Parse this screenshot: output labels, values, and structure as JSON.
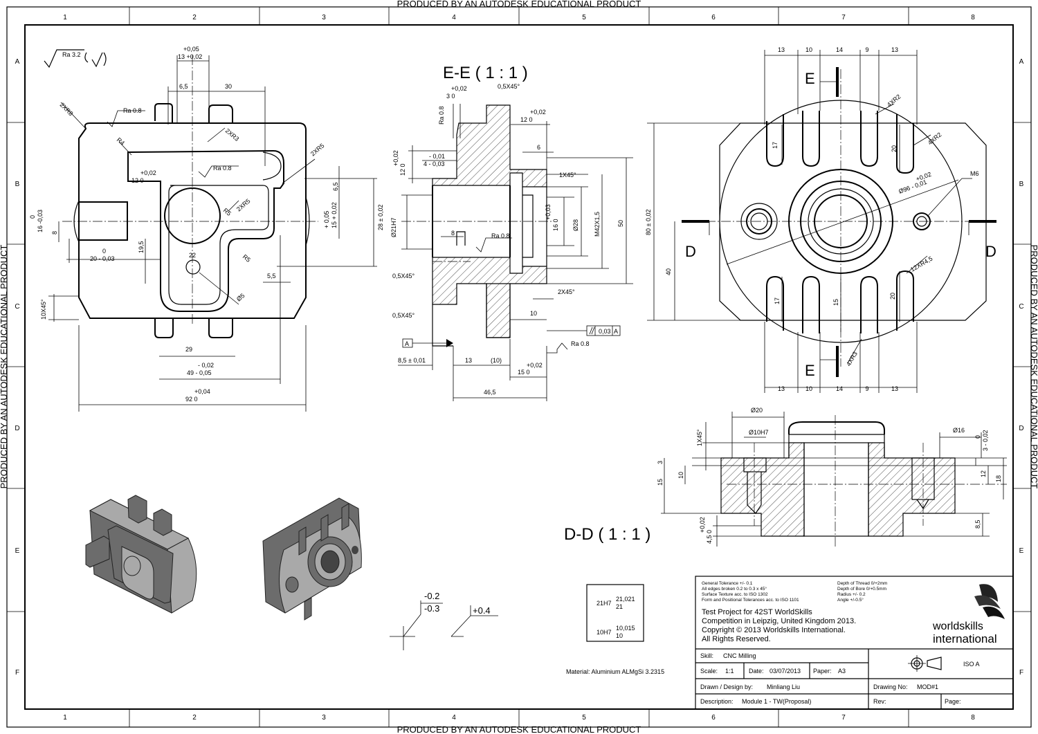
{
  "watermark": "PRODUCED BY AN AUTODESK EDUCATIONAL PRODUCT",
  "zones": {
    "columns": [
      "1",
      "2",
      "3",
      "4",
      "5",
      "6",
      "7",
      "8"
    ],
    "rows": [
      "A",
      "B",
      "C",
      "D",
      "E",
      "F"
    ]
  },
  "surface_symbol": {
    "roughness": "Ra 3.2"
  },
  "views": {
    "section_ee": {
      "title": "E-E ( 1 : 1 )"
    },
    "section_dd": {
      "title": "D-D ( 1 : 1 )"
    },
    "section_marks": {
      "e": "E",
      "d": "D"
    }
  },
  "front_view_dims": {
    "d_13_tol_upper": "+0,05",
    "d_13": "13 +0,02",
    "d_6_5": "6,5",
    "d_30": "30",
    "r_2xr8": "2XR8",
    "ra_08": "Ra 0.8",
    "r_2xr3": "2XR3",
    "r_4": "R4",
    "r_2xr5a": "2XR5",
    "d_12_upper": "+0,02",
    "d_12": "12  0",
    "ra_08b": "Ra 0.8",
    "d_16_upper": "0",
    "d_16": "16 -0,03",
    "d_8": "8",
    "r_5a": "R5",
    "r_2xr5b": "2XR5",
    "d_65": "6,5",
    "d_15_upper": "+ 0,05",
    "d_15": "15 + 0,02",
    "d_28": "28 ± 0,02",
    "d_20_upper": "0",
    "d_20": "20 - 0,03",
    "d_195": "19,5",
    "d_22": "22",
    "r_5b": "R5",
    "d_55": "5,5",
    "phi_5": "Ø5",
    "d_10x45": "10X45°",
    "d_29": "29",
    "d_49_upper": "- 0,02",
    "d_49": "49 - 0,05",
    "d_92_upper": "+0,04",
    "d_92": "92  0"
  },
  "ee_dims": {
    "d_3_upper": "+0,02",
    "d_3": "3  0",
    "d_chamfer": "0,5X45°",
    "ra_08a": "Ra 0.8",
    "d_12a_upper": "+0,02",
    "d_12a": "12  0",
    "d_12b_upper": "+0,02",
    "d_12b": "12  0",
    "d_4_upper": "- 0,01",
    "d_4": "4 - 0,03",
    "d_6": "6",
    "d_1x45": "1X45°",
    "d_21h7": "Ø21H7",
    "d_8": "8",
    "d_16_upper": "+0,03",
    "d_16": "16  0",
    "d_28": "Ø28",
    "d_m42": "M42X1,5",
    "d_50": "50",
    "ra_08b": "Ra 0.8",
    "d_05x45a": "0,5X45°",
    "d_2x45": "2X45°",
    "d_05x45b": "0,5X45°",
    "d_10": "10",
    "d_parallel": "0,03",
    "d_datum": "A",
    "ra_08c": "Ra 0.8",
    "d_85": "8,5 ± 0,01",
    "d_13": "13",
    "d_10p": "(10)",
    "d_15_upper": "+0,02",
    "d_15": "15  0",
    "d_465": "46,5"
  },
  "right_view_dims": {
    "top": [
      "13",
      "10",
      "14",
      "9",
      "13"
    ],
    "bottom": [
      "13",
      "10",
      "14",
      "9",
      "13"
    ],
    "r_4xr2a": "4XR2",
    "r_4xr2b": "4XR2",
    "d_17a": "17",
    "d_20a": "20",
    "d_m6": "M6",
    "d_96_upper": "+0,02",
    "d_96": "Ø96 - 0,01",
    "d_80": "80 ± 0,02",
    "d_40": "40",
    "r_12xr45": "12XR4,5",
    "d_17b": "17",
    "d_15": "15",
    "d_20b": "20",
    "r_4xr3": "4XR3"
  },
  "dd_dims": {
    "d_20": "Ø20",
    "d_10h7": "Ø10H7",
    "d_16": "Ø16",
    "d_1x45": "1X45°",
    "d_3_upper": "0",
    "d_3": "3 - 0,02",
    "d_3l": "3",
    "d_15": "15",
    "d_10": "10",
    "d_12": "12",
    "d_18": "18",
    "d_45_upper": "+0,02",
    "d_45": "4,5  0",
    "d_85": "8,5"
  },
  "tolerance_box": {
    "rows": [
      {
        "fit": "21H7",
        "upper": "21,021",
        "lower": "21"
      },
      {
        "fit": "10H7",
        "upper": "10,015",
        "lower": "10"
      }
    ]
  },
  "example_tolerances": {
    "upper": "-0.2",
    "lower": "-0.3",
    "plus": "+0.4"
  },
  "material": "Material: Aluminium ALMgSi 3.2315",
  "title_block": {
    "notes_left": [
      "General Tolerance +/- 0.1",
      "All edges broken 0.2 to 0.3 x 45°",
      "Surface Texture acc. to ISO 1302",
      "Form and Positional Tolerances acc. to ISO 1101"
    ],
    "notes_right": [
      "Depth of Thread 0/+2mm",
      "Depth of Bore 0/+0.5mm",
      "Radius +/- 0.2",
      "Angle +/-0.5°"
    ],
    "project_lines": [
      "Test Project for 42ST WorldSkills",
      "Competition in Leipzig, United Kingdom 2013.",
      "Copyright © 2013 Worldskills International.",
      "All Rights Reserved."
    ],
    "logo_line1": "worldskills",
    "logo_line2": "international",
    "skill_label": "Skill:",
    "skill_value": "CNC Milling",
    "scale_label": "Scale:",
    "scale_value": "1:1",
    "date_label": "Date:",
    "date_value": "03/07/2013",
    "paper_label": "Paper:",
    "paper_value": "A3",
    "projection": "ISO A",
    "drawn_label": "Drawn / Design by:",
    "drawn_value": "Minliang Liu",
    "drawing_no_label": "Drawing No:",
    "drawing_no_value": "MOD#1",
    "description_label": "Description:",
    "description_value": "Module 1 - TW(Proposal)",
    "rev_label": "Rev:",
    "page_label": "Page:"
  }
}
